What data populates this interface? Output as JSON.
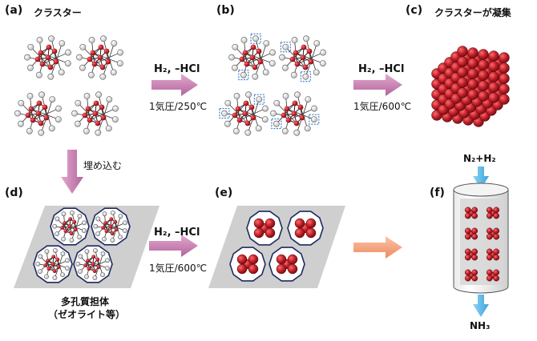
{
  "panels": {
    "a": {
      "letter": "(a)",
      "caption": "クラスター"
    },
    "b": {
      "letter": "(b)"
    },
    "c": {
      "letter": "(c)",
      "caption": "クラスターが凝集"
    },
    "d": {
      "letter": "(d)",
      "caption_line1": "多孔質担体",
      "caption_line2": "（ゼオライト等）"
    },
    "e": {
      "letter": "(e)"
    },
    "f": {
      "letter": "(f)",
      "feed": "N₂+H₂",
      "product": "NH₃"
    }
  },
  "arrows": {
    "a_to_b": {
      "reagent": "H₂, –HCl",
      "condition": "1気圧/250℃"
    },
    "b_to_c": {
      "reagent": "H₂, –HCl",
      "condition": "1気圧/600℃"
    },
    "a_to_d": {
      "label": "埋め込む"
    },
    "d_to_e": {
      "reagent": "H₂, –HCl",
      "condition": "1気圧/600℃"
    }
  },
  "colors": {
    "ruthenium": "#c0202a",
    "ligand": "#f2f2f2",
    "arrow": "#c678ae",
    "arrow_orange": "#f29a73",
    "arrow_blue": "#4fb3e6",
    "support": "#cfcfcf",
    "highlight_box": "#1f66c2"
  }
}
